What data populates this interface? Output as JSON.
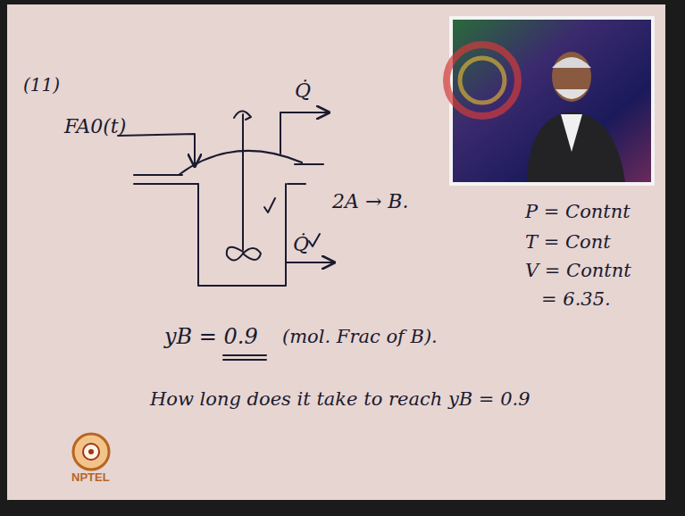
{
  "diagram": {
    "labels": [
      "(11)",
      "FA0(t)",
      "Q̇",
      "Q̇",
      "2A → B.",
      "P = Contnt",
      "T = Cont",
      "V = Contnt",
      "= 6.35.",
      "yB = 0.9",
      "(mol. Frac of B).",
      "How long does it take to reach yB = 0.9",
      "NPTEL"
    ]
  }
}
